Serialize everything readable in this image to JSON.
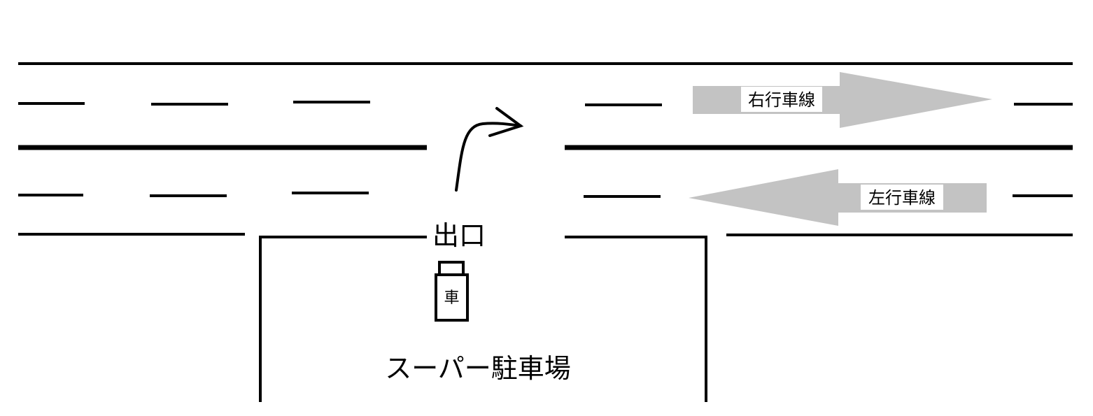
{
  "labels": {
    "right_lane": "右行車線",
    "left_lane": "左行車線",
    "exit": "出口",
    "car": "車",
    "parking_lot": "スーパー駐車場"
  },
  "colors": {
    "line": "#000000",
    "lane_arrow": "#c3c3c3",
    "background": "#ffffff"
  }
}
